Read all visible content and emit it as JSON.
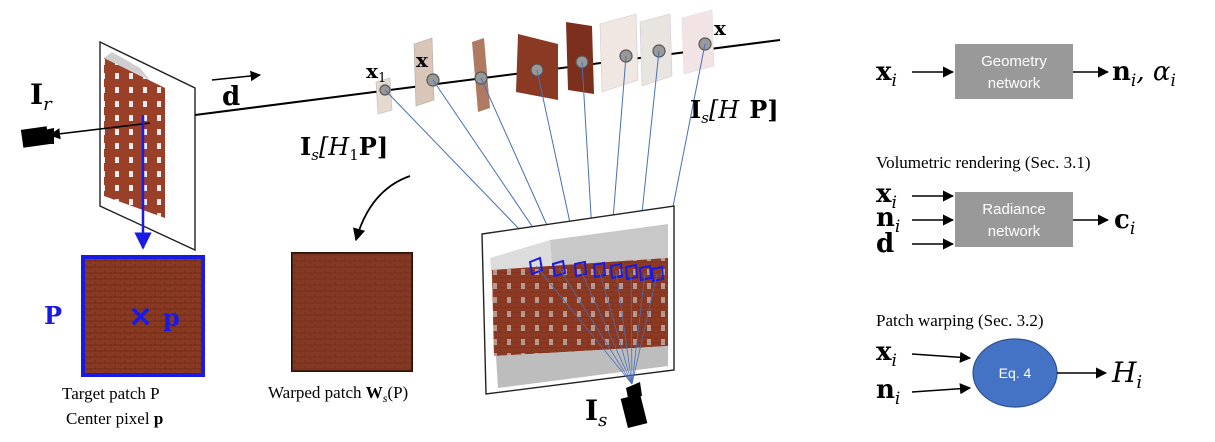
{
  "left_panel": {
    "ref_camera_label": "I",
    "ref_camera_sub": "r",
    "direction_label": "d",
    "patch_label": "P",
    "center_pixel_label": "p",
    "target_caption_1": "Target patch P",
    "target_caption_2": "Center pixel ",
    "target_caption_2_bold": "p"
  },
  "center_panel": {
    "sample_label_x1": "x",
    "sample_label_x1_sub": "1",
    "sample_label_x": "x",
    "sample_label_x_end": "x",
    "homography_label_1": "I",
    "homography_label_1_sub": "s",
    "homography_label_1_rest": "[H",
    "homography_label_1_sub2": "1",
    "homography_label_1_end": "P]",
    "homography_label_2": "I",
    "homography_label_2_sub": "s",
    "homography_label_2_rest": "[H",
    "homography_label_2_end": "P]",
    "warped_caption": "Warped patch ",
    "warped_caption_math": "W",
    "warped_caption_sub": "s",
    "warped_caption_end": "(P)",
    "source_camera_label": "I",
    "source_camera_sub": "s"
  },
  "right_panel": {
    "geometry": {
      "input": "x",
      "input_sub": "i",
      "box_line_1": "Geometry",
      "box_line_2": "network",
      "output": "n",
      "output_sub": "i",
      "output_2": ", α",
      "output_2_sub": "i"
    },
    "radiance": {
      "heading": "Volumetric rendering (Sec. 3.1)",
      "input_1": "x",
      "input_1_sub": "i",
      "input_2": "n",
      "input_2_sub": "i",
      "input_3": "d",
      "box_line_1": "Radiance",
      "box_line_2": "network",
      "output": "c",
      "output_sub": "i"
    },
    "warping": {
      "heading": "Patch warping (Sec. 3.2)",
      "input_1": "x",
      "input_1_sub": "i",
      "input_2": "n",
      "input_2_sub": "i",
      "node_label": "Eq. 4",
      "output": "H",
      "output_sub": "i"
    }
  },
  "colors": {
    "patch_border": "#1a1ae6",
    "box_fill": "#999999",
    "eq_node_fill": "#4472c4",
    "ray_line": "#4a6fb5"
  }
}
